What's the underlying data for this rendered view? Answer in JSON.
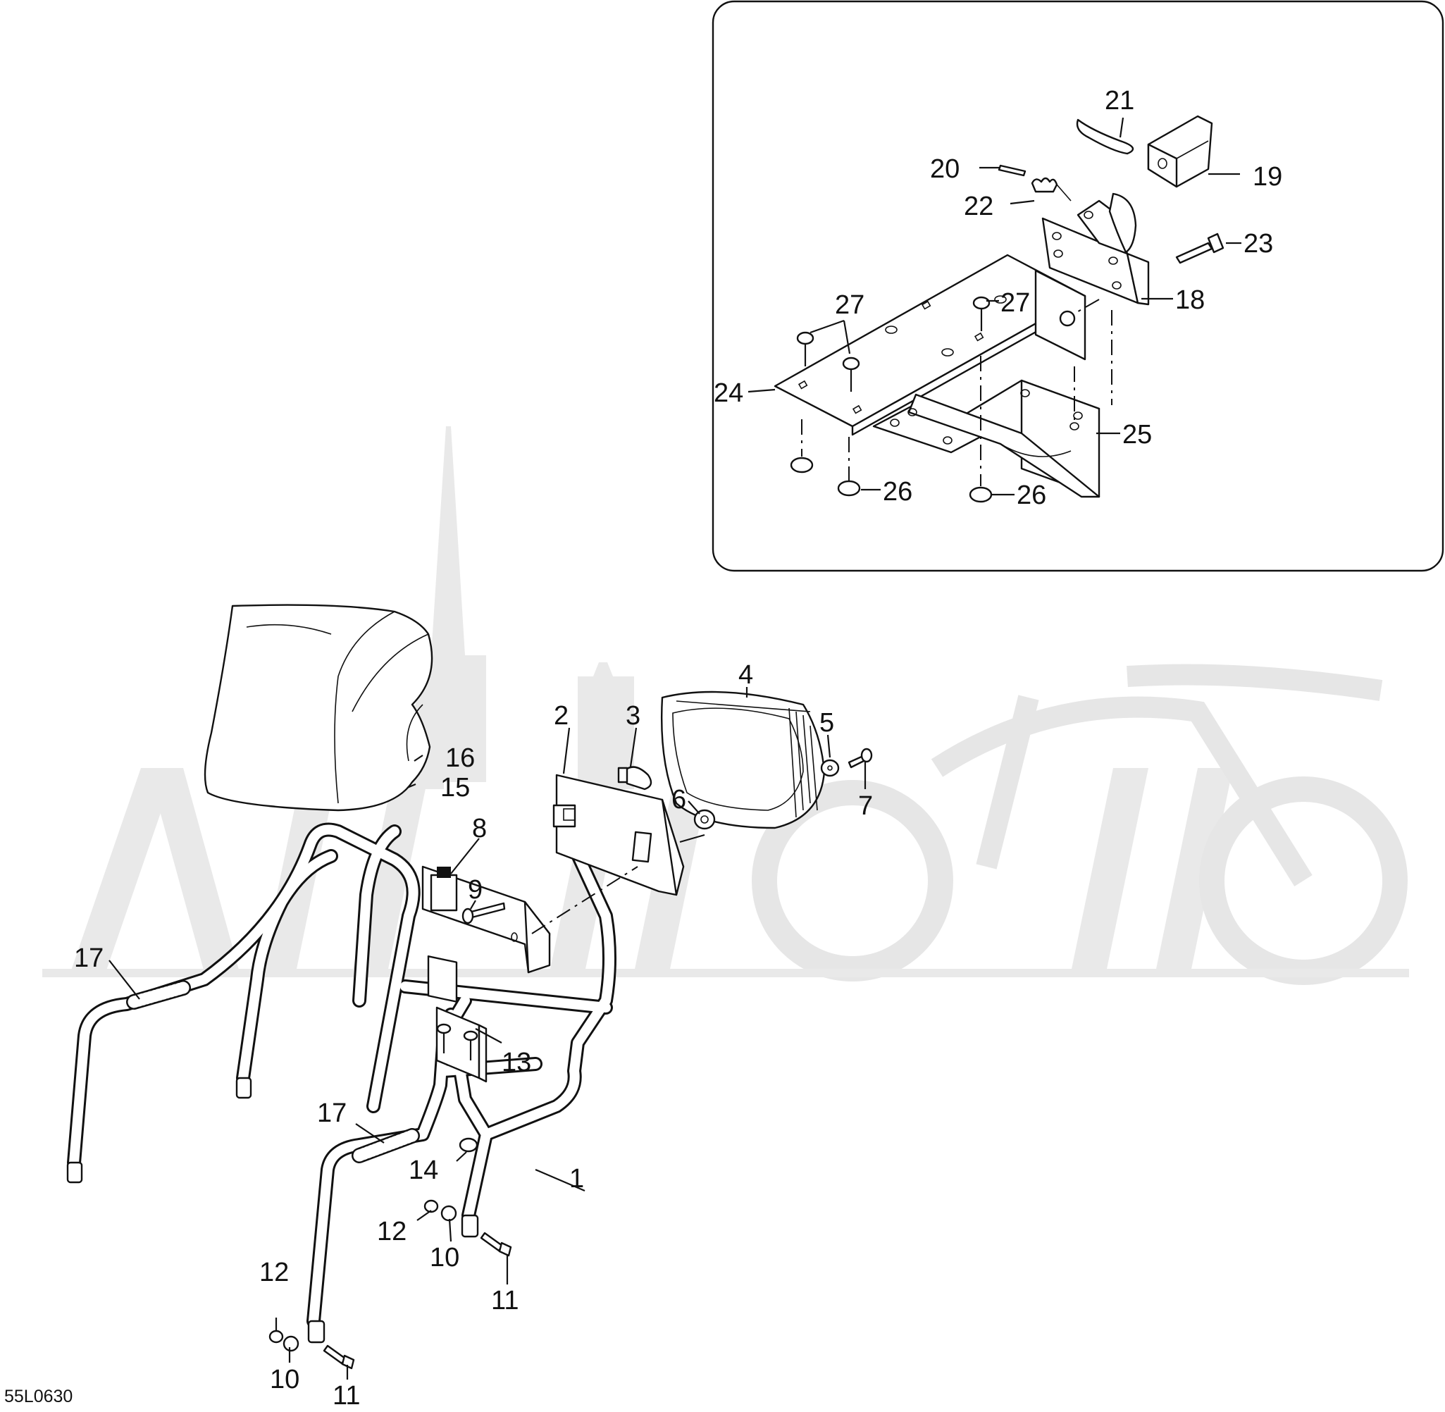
{
  "diagram": {
    "code": "55L0630",
    "parts": [
      {
        "id": "p1",
        "label": "1"
      },
      {
        "id": "p2",
        "label": "2"
      },
      {
        "id": "p3",
        "label": "3"
      },
      {
        "id": "p4",
        "label": "4"
      },
      {
        "id": "p5",
        "label": "5"
      },
      {
        "id": "p6",
        "label": "6"
      },
      {
        "id": "p7",
        "label": "7"
      },
      {
        "id": "p8",
        "label": "8"
      },
      {
        "id": "p9",
        "label": "9"
      },
      {
        "id": "p10a",
        "label": "10"
      },
      {
        "id": "p10b",
        "label": "10"
      },
      {
        "id": "p11a",
        "label": "11"
      },
      {
        "id": "p11b",
        "label": "11"
      },
      {
        "id": "p12a",
        "label": "12"
      },
      {
        "id": "p12b",
        "label": "12"
      },
      {
        "id": "p13",
        "label": "13"
      },
      {
        "id": "p14",
        "label": "14"
      },
      {
        "id": "p15",
        "label": "15"
      },
      {
        "id": "p16",
        "label": "16"
      },
      {
        "id": "p17a",
        "label": "17"
      },
      {
        "id": "p17b",
        "label": "17"
      },
      {
        "id": "p18",
        "label": "18"
      },
      {
        "id": "p19",
        "label": "19"
      },
      {
        "id": "p20",
        "label": "20"
      },
      {
        "id": "p21",
        "label": "21"
      },
      {
        "id": "p22",
        "label": "22"
      },
      {
        "id": "p23",
        "label": "23"
      },
      {
        "id": "p24",
        "label": "24"
      },
      {
        "id": "p25",
        "label": "25"
      },
      {
        "id": "p26a",
        "label": "26"
      },
      {
        "id": "p26b",
        "label": "26"
      },
      {
        "id": "p27a",
        "label": "27"
      },
      {
        "id": "p27b",
        "label": "27"
      }
    ]
  }
}
